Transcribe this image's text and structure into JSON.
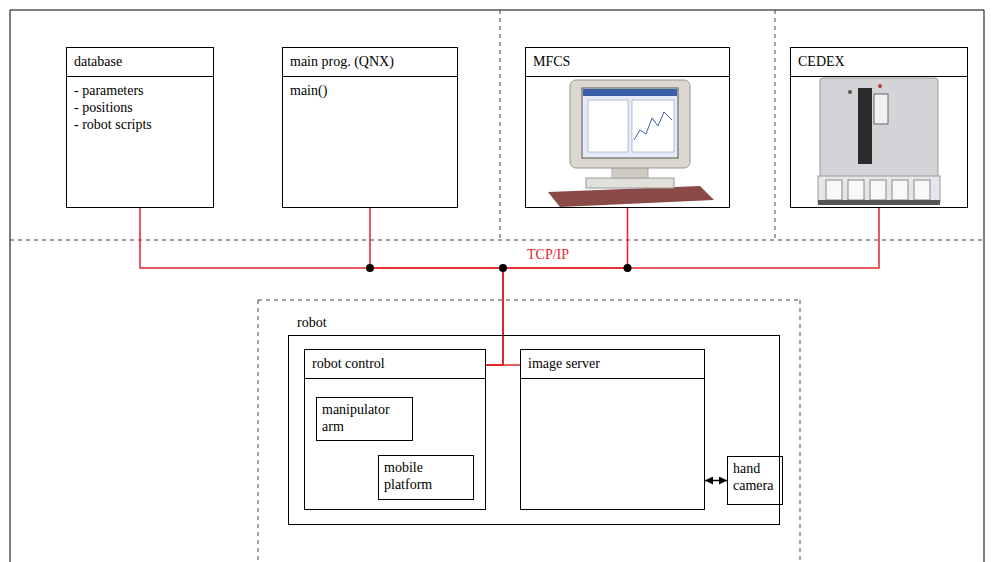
{
  "diagram": {
    "nodes": [
      {
        "text": [
          "database",
          "- parameters",
          "- positions",
          "- robot scripts"
        ]
      },
      {
        "text": [
          "main prog. (QNX)",
          "main()"
        ]
      },
      {
        "text": [
          "MFCS"
        ]
      },
      {
        "text": [
          "CEDEX"
        ]
      },
      {
        "text": [
          "robot"
        ]
      },
      {
        "text": [
          "robot control"
        ],
        "in": 4
      },
      {
        "text": [
          "manipulator arm"
        ],
        "in": 5
      },
      {
        "text": [
          "mobile platform"
        ],
        "in": 5
      },
      {
        "text": [
          "image server"
        ],
        "in": 4
      },
      {
        "text": [
          "hand camera"
        ],
        "in": 4
      }
    ],
    "edges": [
      {
        "from": 5,
        "to": 0,
        "arrow": "none"
      },
      {
        "from": 5,
        "to": 1,
        "arrow": "none"
      },
      {
        "from": 5,
        "to": 2,
        "arrow": "none",
        "label": "TCP/IP"
      },
      {
        "from": 5,
        "to": 3,
        "arrow": "none"
      },
      {
        "from": 8,
        "to": 5,
        "arrow": "none"
      },
      {
        "from": 8,
        "to": 9,
        "arrow": "both"
      }
    ]
  }
}
